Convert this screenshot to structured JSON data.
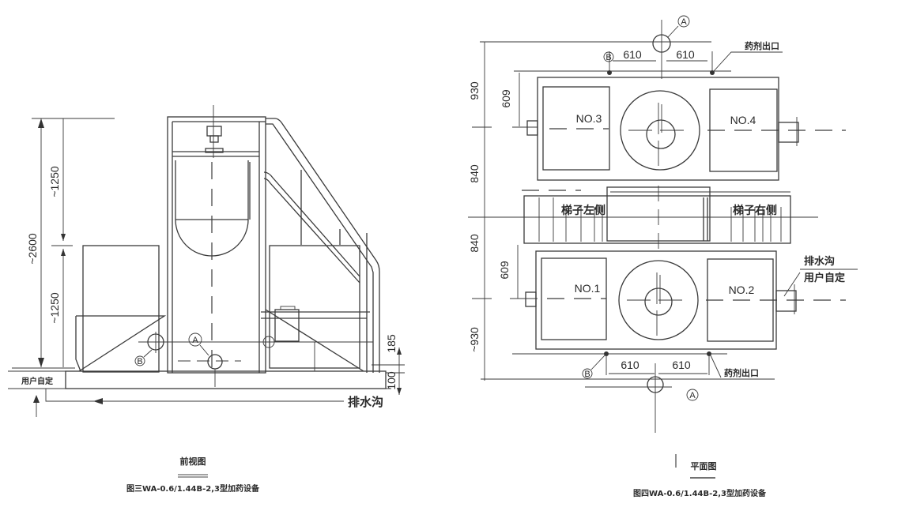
{
  "front_view": {
    "title": "前视图",
    "caption": "图三WA-0.6/1.44B-2,3型加药设备",
    "dims": {
      "total_height": "~2600",
      "upper_height": "~1250",
      "lower_height": "~1250",
      "dim_185": "185",
      "dim_100": "100"
    },
    "labels": {
      "user_defined": "用户自定",
      "drain": "排水沟",
      "marker_a": "A",
      "marker_b": "B"
    }
  },
  "plan_view": {
    "title": "平面图",
    "caption": "图四WA-0.6/1.44B-2,3型加药设备",
    "dims": {
      "d930_top": "930",
      "d840_a": "840",
      "d840_b": "840",
      "d930_bottom": "~930",
      "d609_top": "609",
      "d609_bottom": "609",
      "d610_1": "610",
      "d610_2": "610",
      "d610_3": "610",
      "d610_4": "610"
    },
    "tanks": [
      "NO.3",
      "NO.4",
      "NO.1",
      "NO.2"
    ],
    "labels": {
      "chem_outlet_top": "药剂出口",
      "chem_outlet_bottom": "药剂出口",
      "ladder_left": "梯子左侧",
      "ladder_right": "梯子右侧",
      "drain": "排水沟",
      "user_defined": "用户自定",
      "marker_a": "A",
      "marker_b": "B"
    }
  }
}
